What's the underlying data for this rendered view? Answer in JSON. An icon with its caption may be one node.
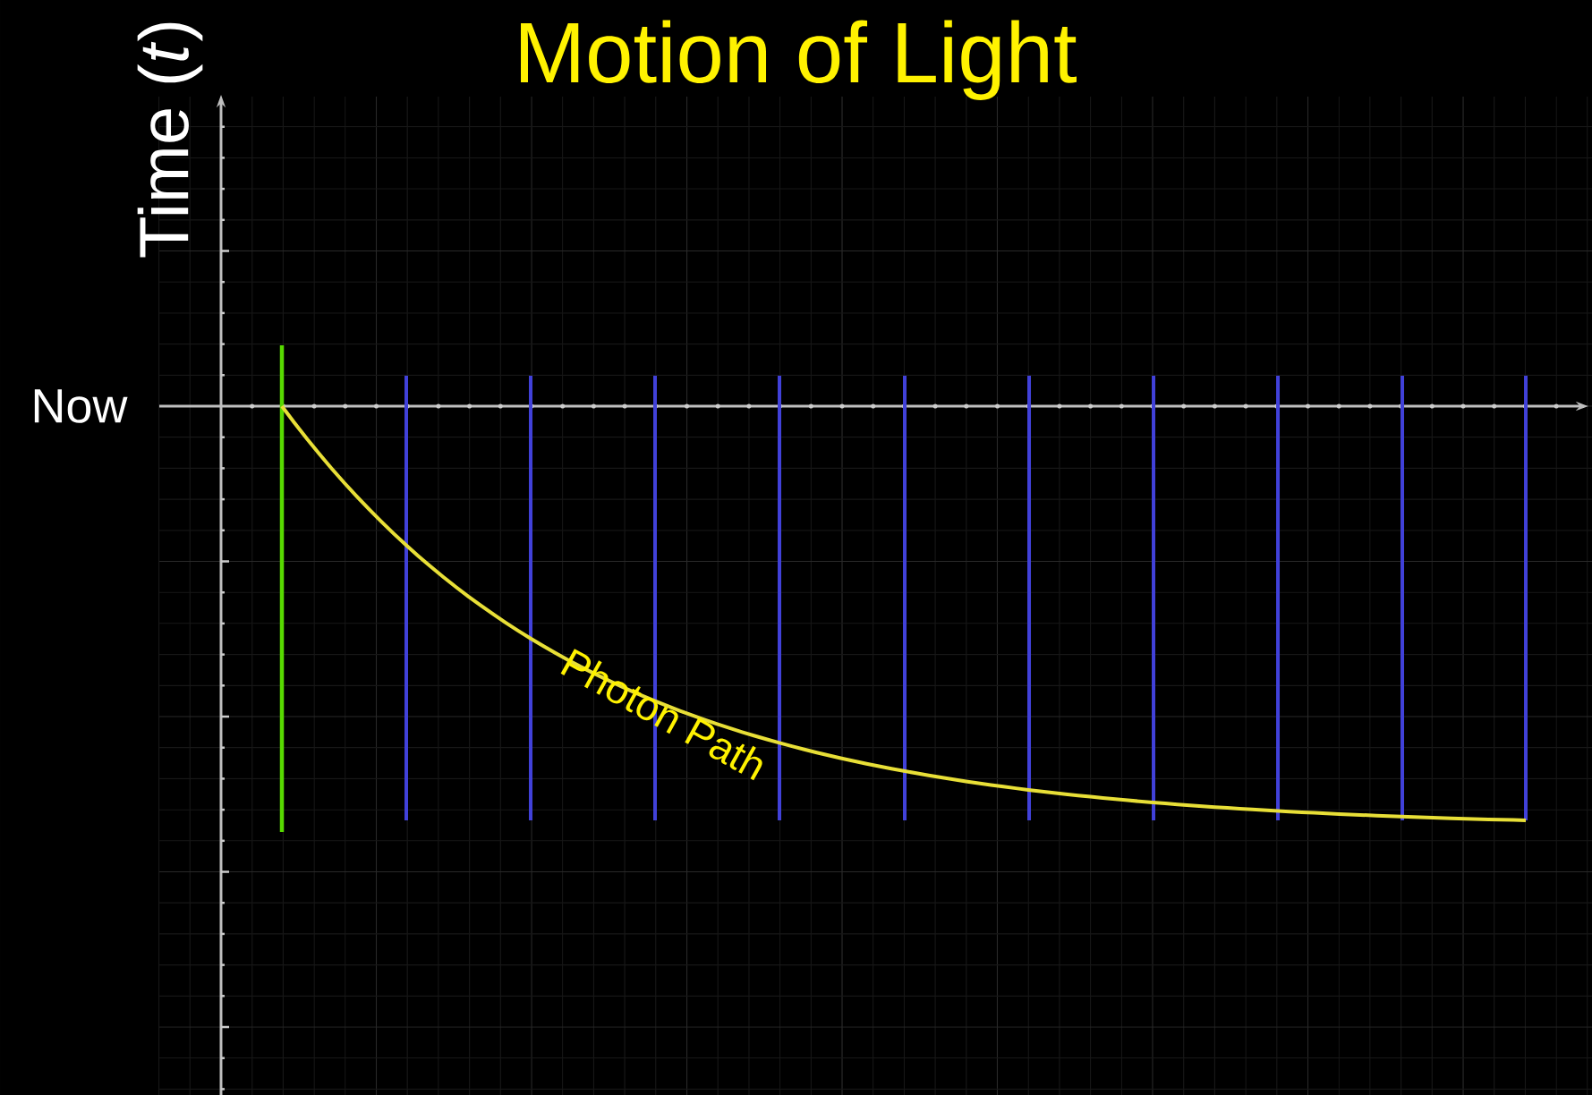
{
  "diagram": {
    "title": "Motion of Light",
    "labels": [
      "Time (*t*)",
      "Now",
      "Photon Path"
    ]
  }
}
